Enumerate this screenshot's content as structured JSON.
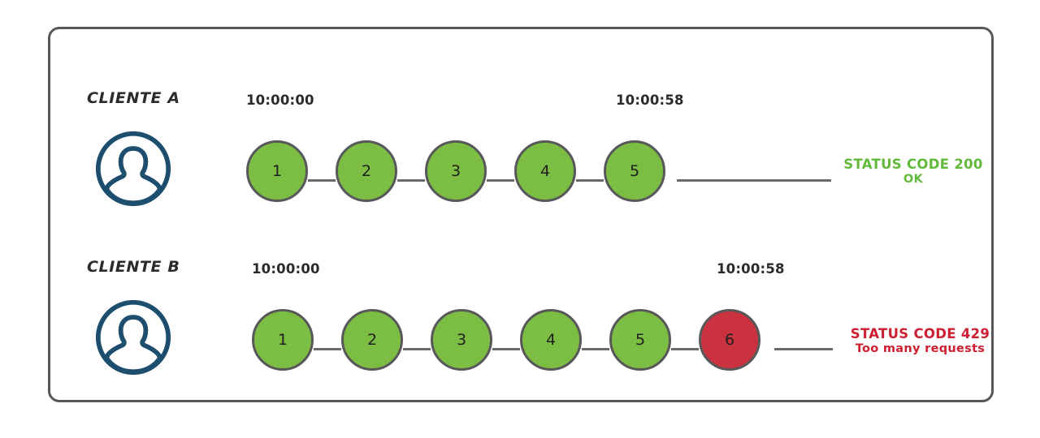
{
  "diagram": {
    "title_hidden": "",
    "background_color": "#ffffff",
    "frame_border_color": "#58585a",
    "colors": {
      "node_ok": "#7cbe43",
      "node_fail": "#c9323e",
      "node_border": "#58585a",
      "connector": "#6b6b6d",
      "avatar": "#1d4e6e",
      "status_ok_text": "#63b93c",
      "status_fail_text": "#cc2032",
      "label_text": "#2b2b2b"
    },
    "rows": [
      {
        "client_label": "CLIENTE A",
        "avatar_icon": "user-avatar-icon",
        "start_time": "10:00:00",
        "end_time": "10:00:58",
        "nodes": [
          {
            "label": "1",
            "state": "ok"
          },
          {
            "label": "2",
            "state": "ok"
          },
          {
            "label": "3",
            "state": "ok"
          },
          {
            "label": "4",
            "state": "ok"
          },
          {
            "label": "5",
            "state": "ok"
          }
        ],
        "status": {
          "state": "ok",
          "main": "STATUS CODE 200",
          "detail": "OK"
        }
      },
      {
        "client_label": "CLIENTE B",
        "avatar_icon": "user-avatar-icon",
        "start_time": "10:00:00",
        "end_time": "10:00:58",
        "nodes": [
          {
            "label": "1",
            "state": "ok"
          },
          {
            "label": "2",
            "state": "ok"
          },
          {
            "label": "3",
            "state": "ok"
          },
          {
            "label": "4",
            "state": "ok"
          },
          {
            "label": "5",
            "state": "ok"
          },
          {
            "label": "6",
            "state": "fail"
          }
        ],
        "status": {
          "state": "fail",
          "main": "STATUS CODE 429",
          "detail": "Too many requests"
        }
      }
    ]
  }
}
